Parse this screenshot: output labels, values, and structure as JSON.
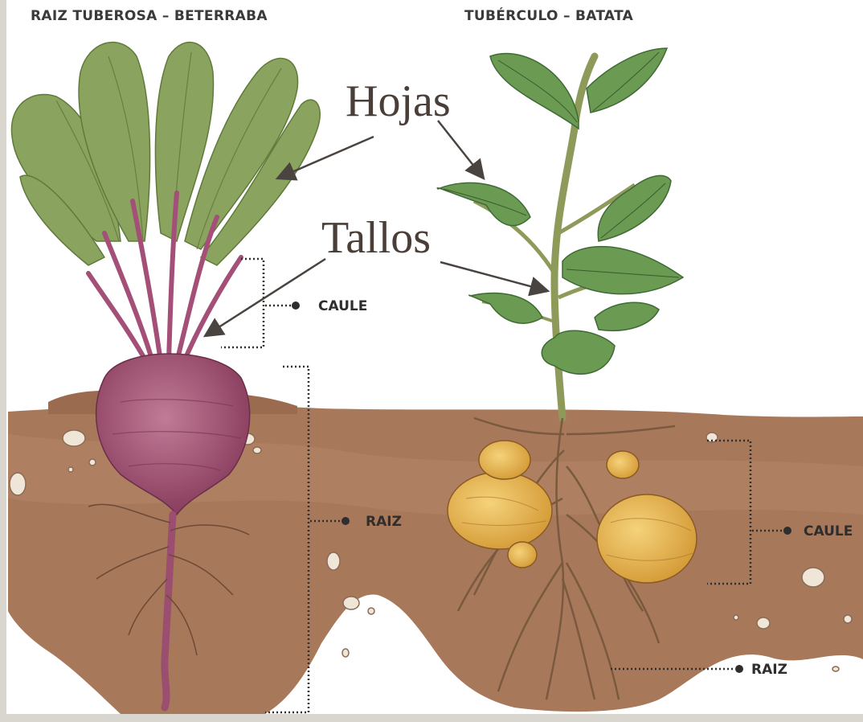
{
  "titles": {
    "left": "RAIZ TUBEROSA – BETERRABA",
    "right": "TUBÉRCULO – BATATA"
  },
  "annotations": {
    "hojas": "Hojas",
    "tallos": "Tallos"
  },
  "labels": {
    "beet_stem": "CAULE",
    "beet_root": "RAIZ",
    "potato_stem": "CAULE",
    "potato_root": "RAIZ"
  },
  "colors": {
    "soil": "#a7785a",
    "leaf": "#8aa35e",
    "beet": "#9c4e70",
    "potato": "#e4b450",
    "arrow": "#4a4440"
  }
}
